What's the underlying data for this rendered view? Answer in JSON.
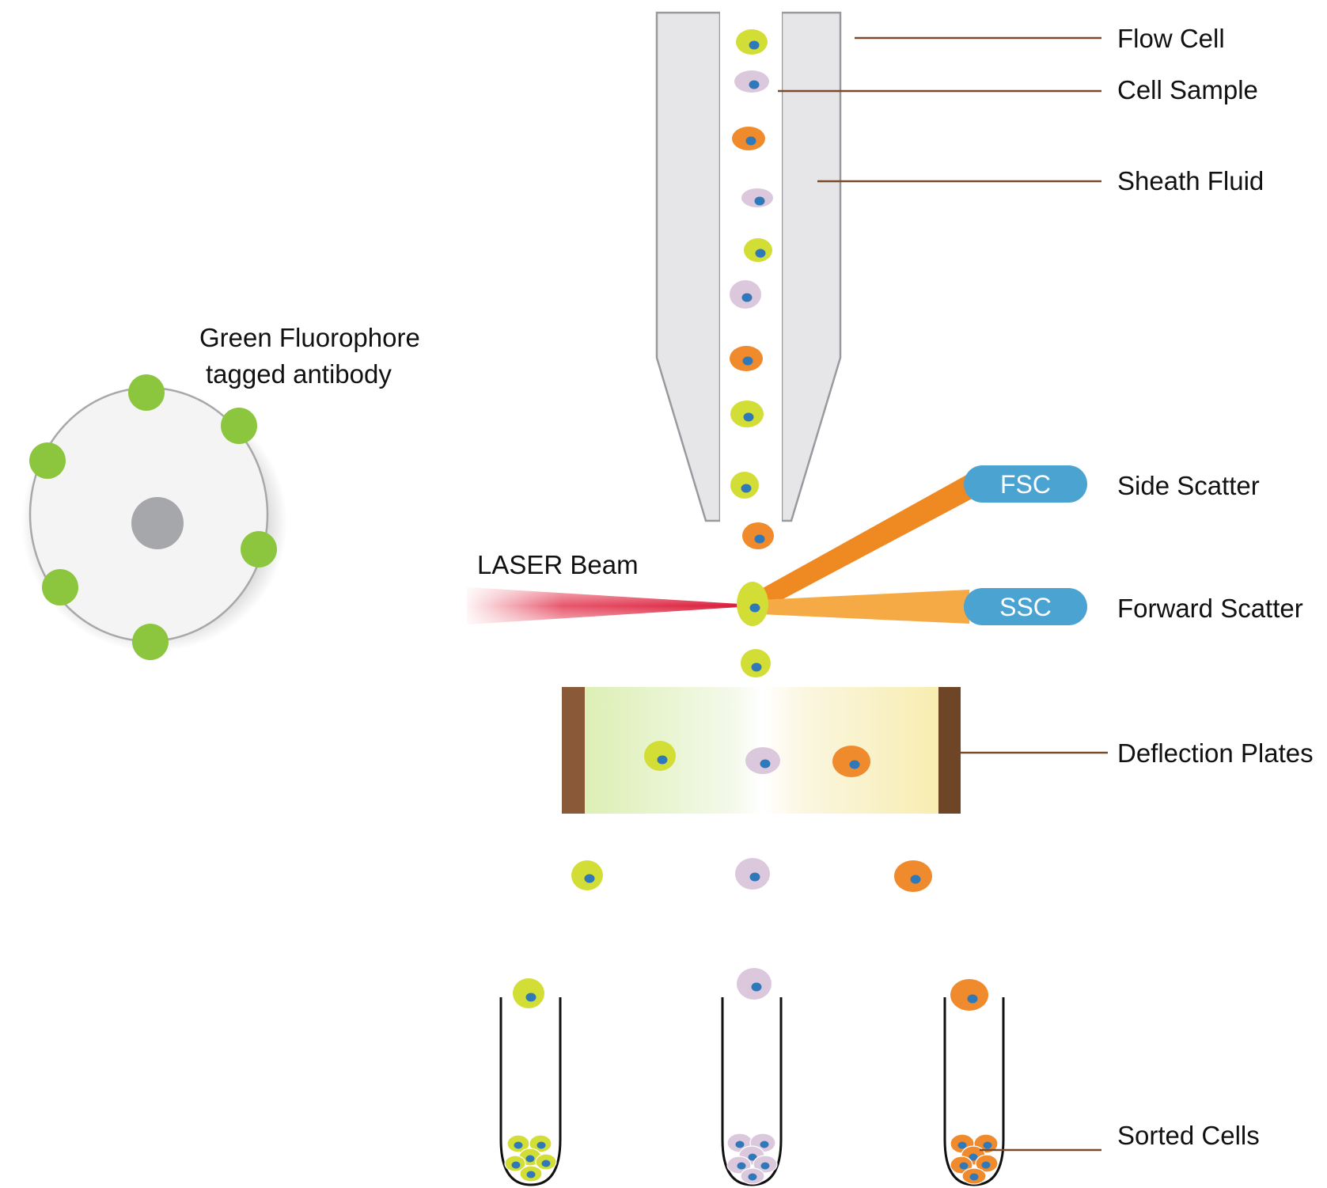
{
  "labels": {
    "flow_cell": "Flow Cell",
    "cell_sample": "Cell Sample",
    "sheath_fluid": "Sheath Fluid",
    "side_scatter": "Side Scatter",
    "forward_scatter": "Forward Scatter",
    "deflection_plates": "Deflection Plates",
    "sorted_cells": "Sorted Cells",
    "laser_beam": "LASER Beam",
    "fluorophore_line1": "Green Fluorophore",
    "fluorophore_line2": "tagged antibody"
  },
  "detectors": {
    "fsc": "FSC",
    "ssc": "SSC"
  },
  "colors": {
    "green_cell": "#d2de35",
    "lilac_cell": "#dcc8dc",
    "orange_cell": "#ef8b2c",
    "nucleus": "#2f78b9",
    "leader_line": "#7a4a2a",
    "detector": "#4ba3d2",
    "fsc_beam": "#ef8a23",
    "ssc_beam": "#f5aa45",
    "laser": "#e0203c",
    "plate": "#8a5a38",
    "fluorophore_dot": "#8cc63f",
    "flow_cell_fill": "#e6e6e9"
  }
}
